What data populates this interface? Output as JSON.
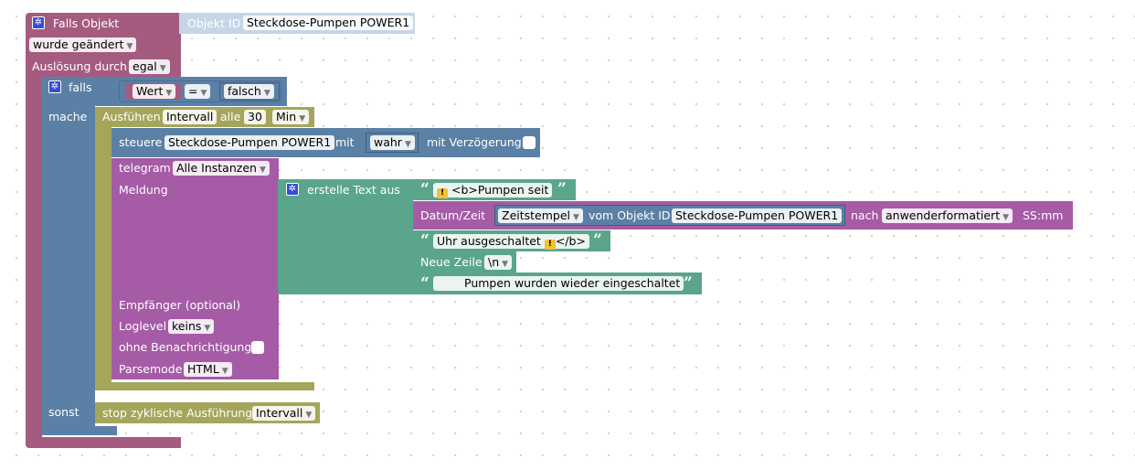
{
  "event_block": {
    "title": "Falls Objekt",
    "object_id_label": "Objekt ID",
    "object_id_value": "Steckdose-Pumpen POWER1",
    "trigger_change": "wurde geändert",
    "trigger_by_label": "Auslösung durch",
    "trigger_by_value": "egal"
  },
  "if_block": {
    "falls_label": "falls",
    "mache_label": "mache",
    "sonst_label": "sonst",
    "value_label": "Wert",
    "operator": "=",
    "compare_value": "falsch"
  },
  "interval_block": {
    "label": "Ausführen",
    "mode": "Intervall",
    "every_label": "alle",
    "amount": "30",
    "unit": "Min"
  },
  "control_block": {
    "label": "steuere",
    "target": "Steckdose-Pumpen POWER1",
    "with_label": "mit",
    "value": "wahr",
    "delay_label": "mit Verzögerung"
  },
  "telegram_block": {
    "label": "telegram",
    "instance": "Alle Instanzen",
    "message_label": "Meldung",
    "recipient_label": "Empfänger (optional)",
    "loglevel_label": "Loglevel",
    "loglevel_value": "keins",
    "silent_label": "ohne Benachrichtigung",
    "parsemode_label": "Parsemode",
    "parsemode_value": "HTML"
  },
  "text_block": {
    "create_label": "erstelle Text aus",
    "text1": "<b>Pumpen seit",
    "date_label": "Datum/Zeit",
    "timestamp_option": "Zeitstempel",
    "from_object_label": "vom Objekt ID",
    "date_object": "Steckdose-Pumpen POWER1",
    "after_label": "nach",
    "format_option": "anwenderformatiert",
    "format_value": "SS:mm",
    "text2": "Uhr ausgeschaltet",
    "text2_tail": "</b>",
    "newline_label": "Neue Zeile",
    "newline_value": "\\n",
    "text3": "Pumpen wurden wieder eingeschaltet"
  },
  "stop_block": {
    "label": "stop zyklische Ausführung",
    "mode": "Intervall"
  },
  "icons": {
    "gear": "gear-icon",
    "dropdown": "dropdown-arrow-icon",
    "warning": "warning-icon"
  },
  "colors": {
    "event": "#a55b80",
    "logic": "#5b80a5",
    "timer": "#a5a55b",
    "telegram": "#a55ba5",
    "text": "#5ba58c"
  }
}
